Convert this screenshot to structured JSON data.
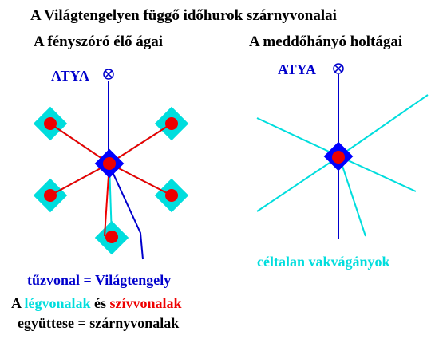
{
  "title": "A Világtengelyen függő időhurok szárnyvonalai",
  "subtitle_left": "A fényszóró élő ágai",
  "subtitle_right": "A meddőhányó holtágai",
  "atya_label": "ATYA",
  "caption_right": "céltalan vakvágányok",
  "caption_fire": "tűzvonal = Világtengely",
  "legend": {
    "prefix": "A",
    "air_lines": "légvonalak",
    "and": "és",
    "heart_lines": "szívvonalak",
    "suffix": "együttese = szárnyvonalak"
  },
  "colors": {
    "axis": "#0000cc",
    "air": "#00dddd",
    "heart": "#ee0000",
    "node_center": "#0000ff"
  },
  "icons": [
    "cross-circle-icon"
  ]
}
